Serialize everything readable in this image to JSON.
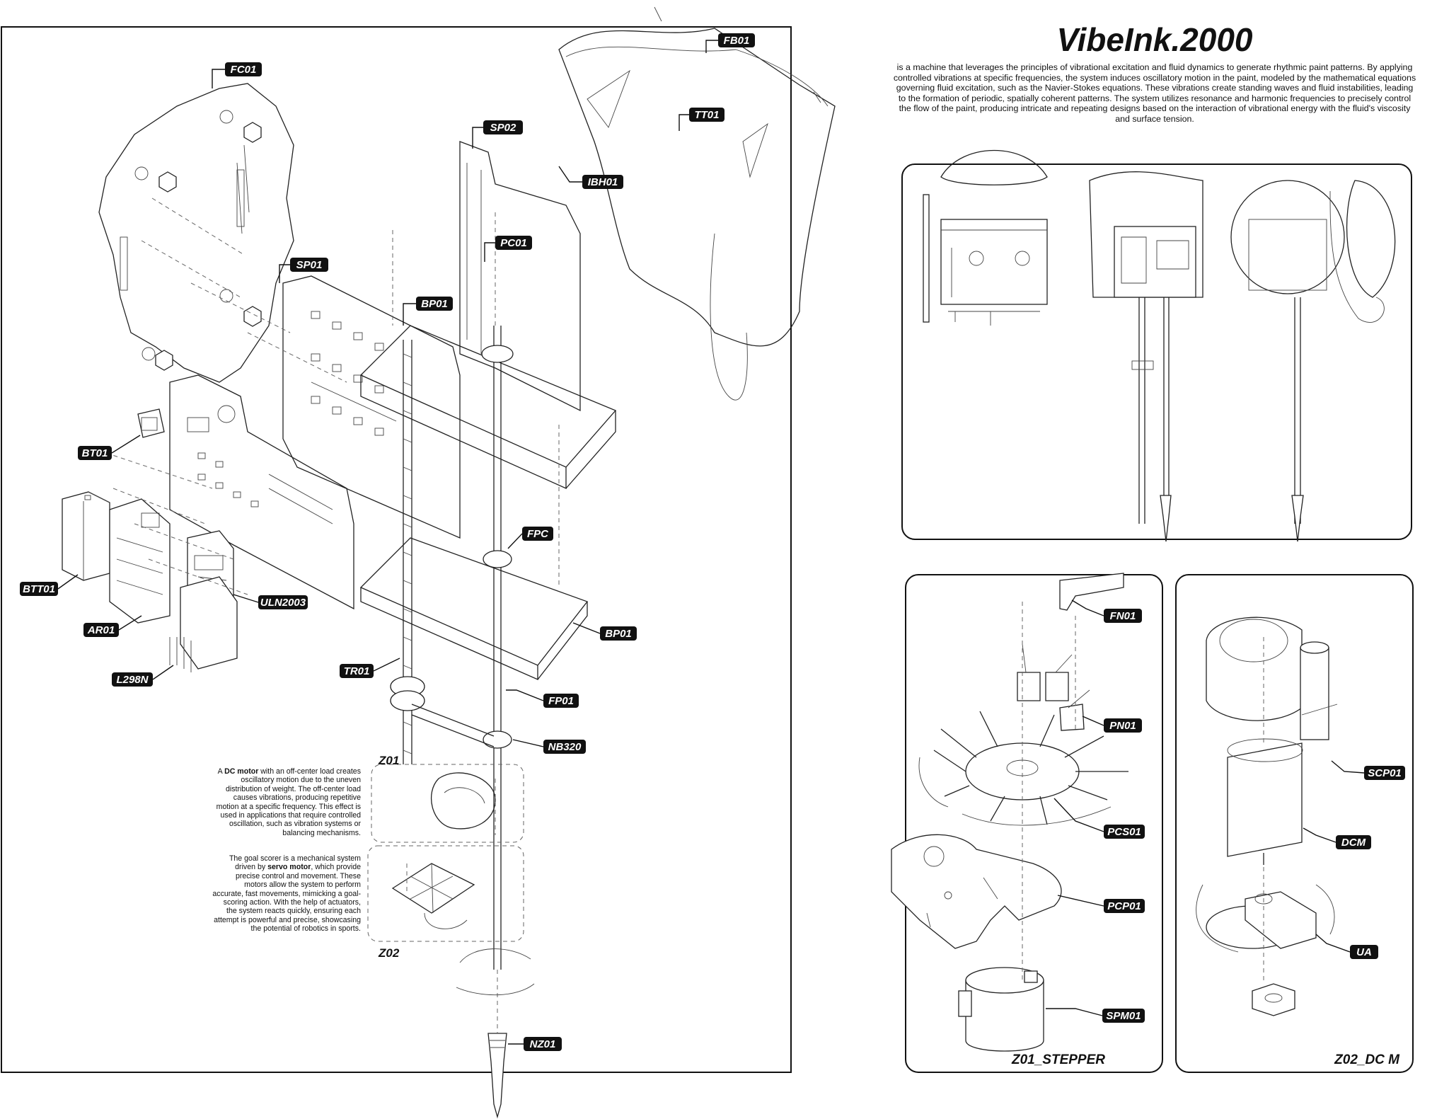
{
  "title": "VibeInk.2000",
  "description": "is a machine that leverages the principles of vibrational excitation and fluid dynamics to generate rhythmic paint patterns. By applying controlled vibrations at specific frequencies, the system induces oscillatory motion in the paint, modeled by the mathematical equations governing fluid excitation, such as the Navier-Stokes equations. These vibrations create standing waves and fluid instabilities, leading to the formation of periodic, spatially coherent patterns. The system utilizes resonance and harmonic frequencies to precisely control the flow of the paint, producing intricate and repeating designs based on the interaction of vibrational energy with the fluid's viscosity and surface tension.",
  "labels": {
    "fc01": "FC01",
    "fb01": "FB01",
    "sp02": "SP02",
    "tt01": "TT01",
    "ibh01": "IBH01",
    "pc01": "PC01",
    "sp01": "SP01",
    "bp01_top": "BP01",
    "bt01": "BT01",
    "btt01": "BTT01",
    "uln2003": "ULN2003",
    "ar01": "AR01",
    "l298n": "L298N",
    "fpc": "FPC",
    "bp01_bottom": "BP01",
    "tr01": "TR01",
    "fp01": "FP01",
    "nb320": "NB320",
    "nz01": "NZ01",
    "fn01": "FN01",
    "pn01": "PN01",
    "pcs01": "PCS01",
    "pcp01": "PCP01",
    "spm01": "SPM01",
    "scp01": "SCP01",
    "dcm": "DCM",
    "ua": "UA"
  },
  "zones": {
    "z01": "Z01",
    "z02": "Z02"
  },
  "notes": {
    "z01_bold": "DC motor",
    "z01_before": "A ",
    "z01_after": " with an off-center load creates oscillatory motion due to the uneven distribution of weight. The off-center load causes vibrations, producing repetitive motion at a specific frequency. This effect is used in applications that require controlled oscillation, such as vibration systems or balancing mechanisms.",
    "z02_before": "The goal scorer is a mechanical system driven by ",
    "z02_bold": "servo motor",
    "z02_after": ", which provide precise control and movement. These motors allow the system to perform accurate, fast movements, mimicking a goal-scoring action. With the help of actuators, the system reacts quickly, ensuring each attempt is powerful and precise, showcasing the potential of robotics in sports."
  },
  "panels": {
    "stepper_title": "Z01_STEPPER",
    "dcm_title": "Z02_DC M"
  }
}
